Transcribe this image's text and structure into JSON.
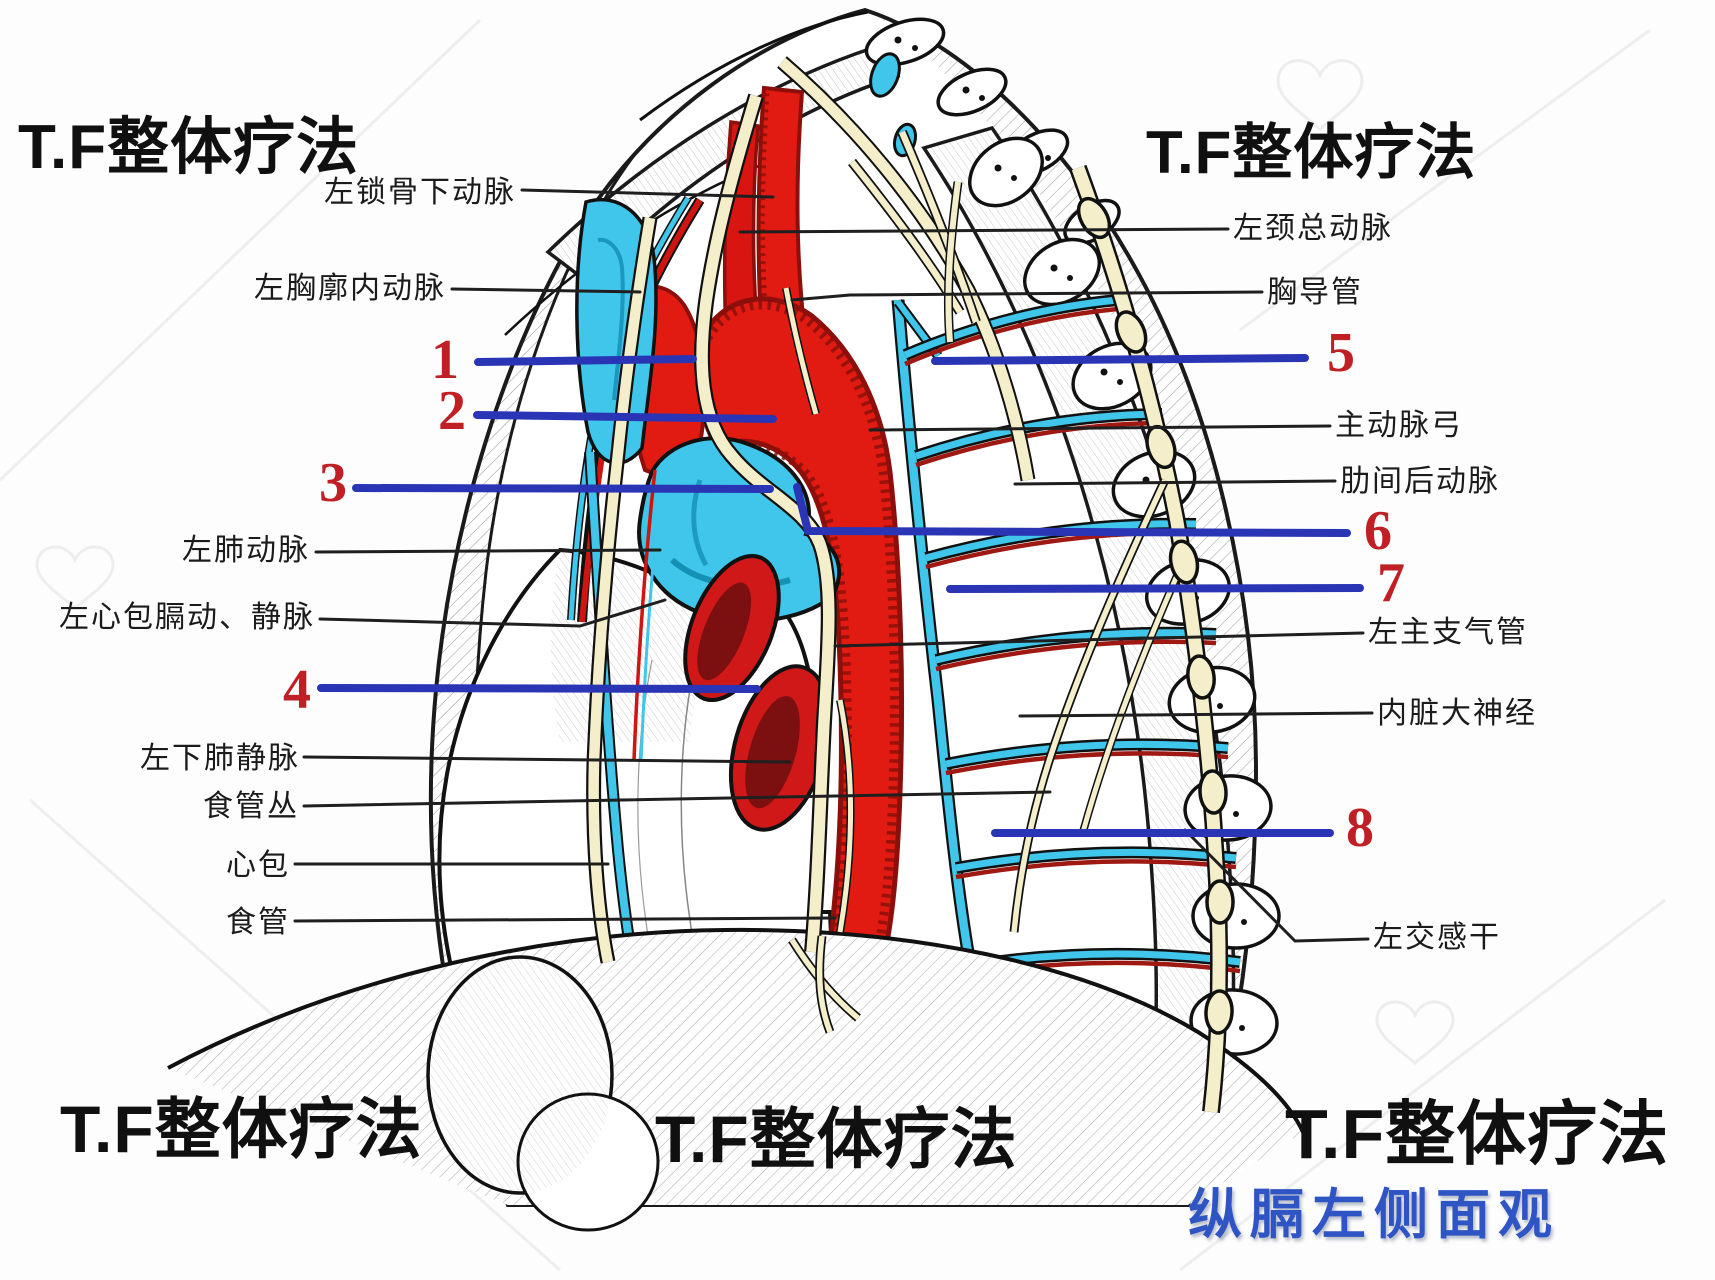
{
  "title": {
    "text": "纵膈左侧面观"
  },
  "watermark": {
    "text": "T.F整体疗法"
  },
  "labels": {
    "left": [
      {
        "text": "左锁骨下动脉"
      },
      {
        "text": "左胸廓内动脉"
      },
      {
        "text": "左肺动脉"
      },
      {
        "text": "左心包膈动、静脉"
      },
      {
        "text": "左下肺静脉"
      },
      {
        "text": "食管丛"
      },
      {
        "text": "心包"
      },
      {
        "text": "食管"
      }
    ],
    "right": [
      {
        "text": "左颈总动脉"
      },
      {
        "text": "胸导管"
      },
      {
        "text": "主动脉弓"
      },
      {
        "text": "肋间后动脉"
      },
      {
        "text": "左主支气管"
      },
      {
        "text": "内脏大神经"
      },
      {
        "text": "左交感干"
      }
    ]
  },
  "numbers": {
    "items": [
      "1",
      "2",
      "3",
      "4",
      "5",
      "6",
      "7",
      "8"
    ]
  },
  "colors": {
    "artery_red": "#e21b12",
    "artery_dark_edge": "#8c0f0b",
    "vein_cyan": "#3fc6ea",
    "pulmonary_vein_red": "#cf1817",
    "pulmonary_vein_dark": "#7c0f10",
    "nerve_cream": "#f4efca",
    "pointer_blue": "#2a35b5",
    "number_red": "#c01f26",
    "title_blue": "#2f55c4",
    "watermark_black": "#101010",
    "leader_black": "#1f1f1f"
  }
}
